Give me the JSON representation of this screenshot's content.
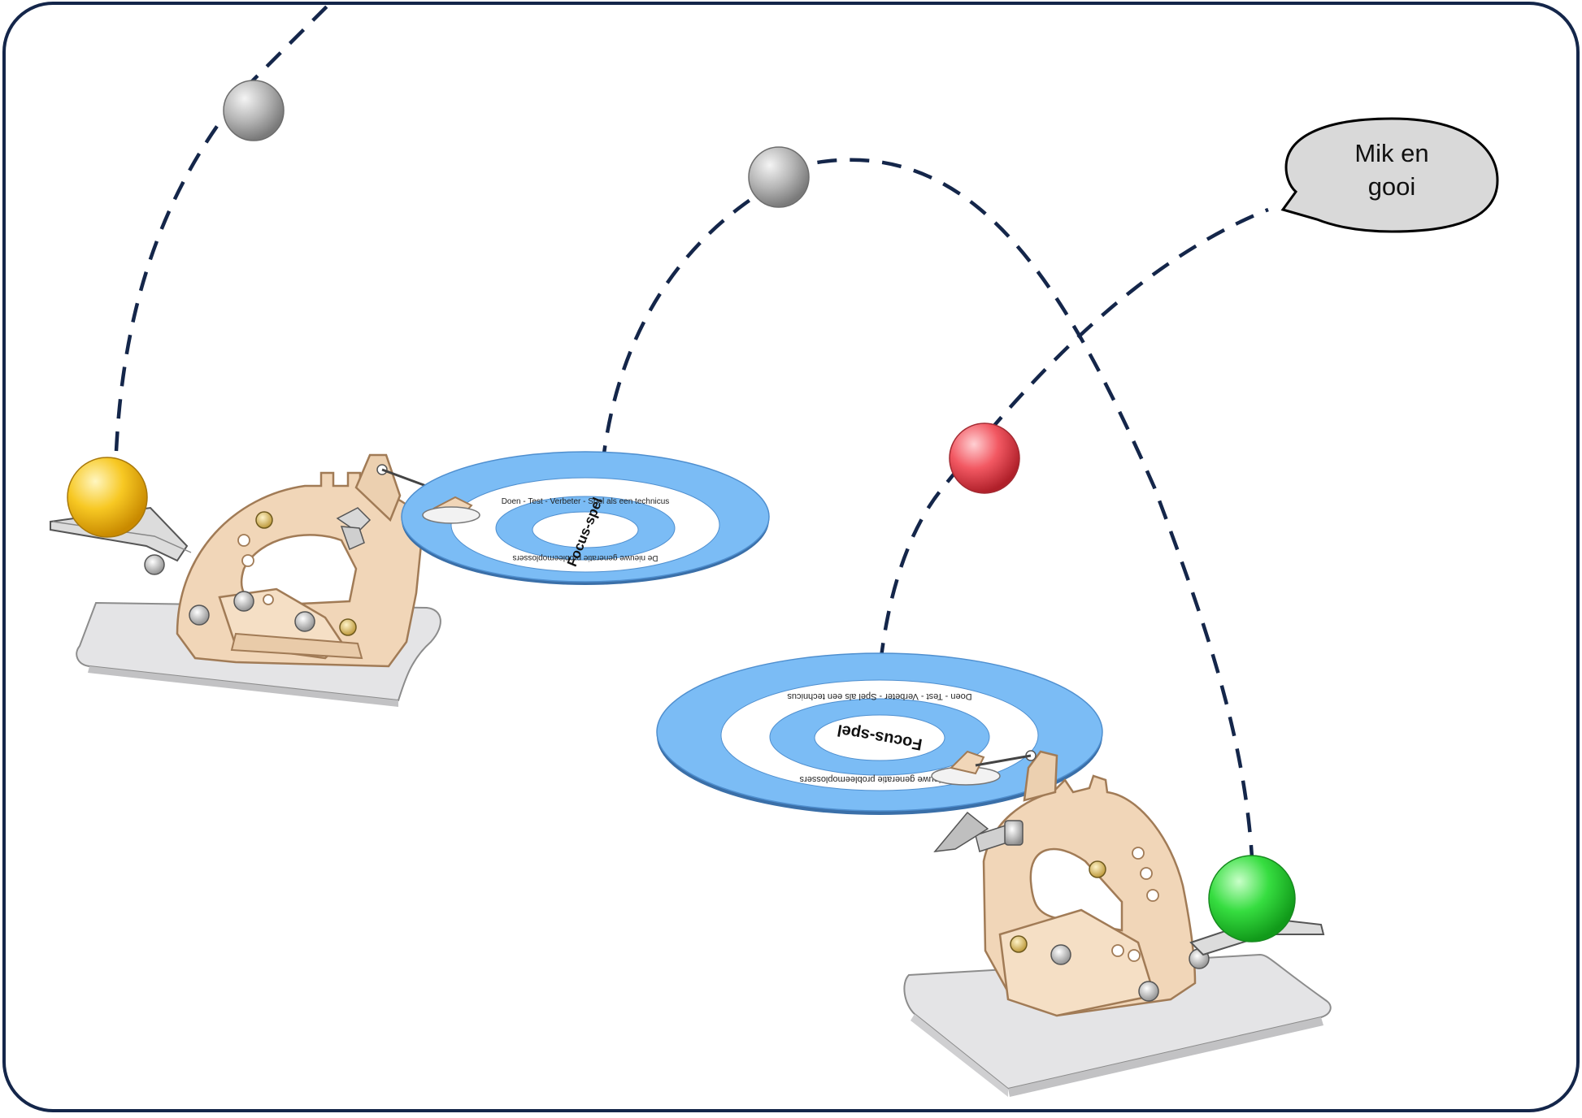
{
  "colors": {
    "frame": "#14264a",
    "trajectory": "#14264a",
    "wood": "#f1d6b8",
    "wood_edge": "#b08a66",
    "base_plate": "#e4e4e6",
    "target_blue": "#7bbcf5",
    "ball_yellow": "#f5c21b",
    "ball_red": "#f0505a",
    "ball_green": "#2ed33a",
    "ball_grey": "#a9a9a9",
    "bubble_fill": "#d9d9d9"
  },
  "speech_bubble": {
    "line1": "Mik en",
    "line2": "gooi"
  },
  "targets": [
    {
      "center_label": "Focus-spel",
      "ring_text_outer": "Doen - Test - Verbeter - Spel als een technicus",
      "ring_text_inner": "De nieuwe generatie probleemoplossers"
    },
    {
      "center_label": "Focus-spel",
      "ring_text_outer": "Doen - Test - Verbeter - Spel als een technicus",
      "ring_text_inner": "De nieuwe generatie probleemoplossers"
    }
  ],
  "icons": {
    "launcher_left": "catapult-icon",
    "launcher_right": "catapult-icon",
    "ball": "ball-icon",
    "bubble": "speech-bubble-icon"
  }
}
